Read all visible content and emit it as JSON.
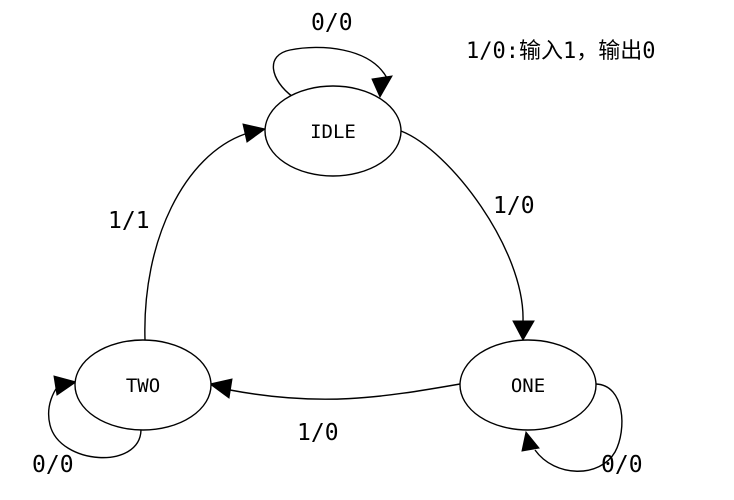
{
  "diagram": {
    "legend": "1/0:输入1，输出0",
    "states": {
      "idle": "IDLE",
      "one": "ONE",
      "two": "TWO"
    },
    "transitions": {
      "idle_self": "0/0",
      "idle_to_one": "1/0",
      "one_self": "0/0",
      "one_to_two": "1/0",
      "two_self": "0/0",
      "two_to_idle": "1/1"
    }
  }
}
